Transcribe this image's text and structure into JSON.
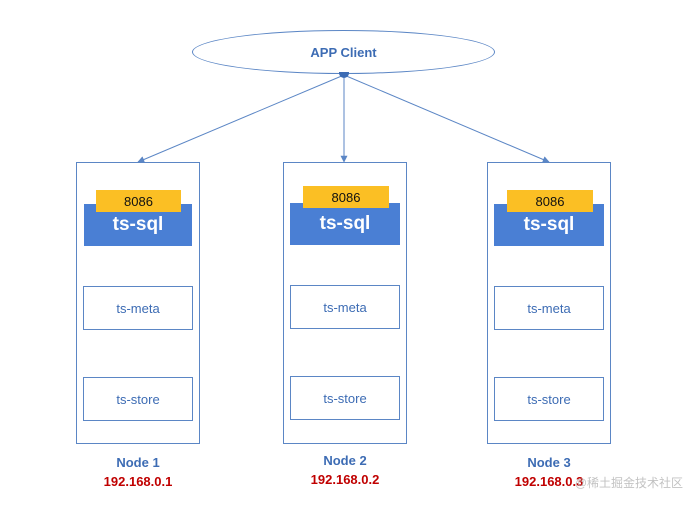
{
  "client": {
    "label": "APP Client"
  },
  "nodes": [
    {
      "name": "Node 1",
      "ip": "192.168.0.1",
      "sql_label": "ts-sql",
      "port": "8086",
      "meta_label": "ts-meta",
      "store_label": "ts-store"
    },
    {
      "name": "Node 2",
      "ip": "192.168.0.2",
      "sql_label": "ts-sql",
      "port": "8086",
      "meta_label": "ts-meta",
      "store_label": "ts-store"
    },
    {
      "name": "Node 3",
      "ip": "192.168.0.3",
      "sql_label": "ts-sql",
      "port": "8086",
      "meta_label": "ts-meta",
      "store_label": "ts-store"
    }
  ],
  "watermark": "@稀土掘金技术社区",
  "colors": {
    "line": "#5b86c5",
    "sql_block": "#4a7fd4",
    "port_tab": "#fbbf24",
    "text_blue": "#3d6cb4",
    "ip_red": "#c00000"
  }
}
